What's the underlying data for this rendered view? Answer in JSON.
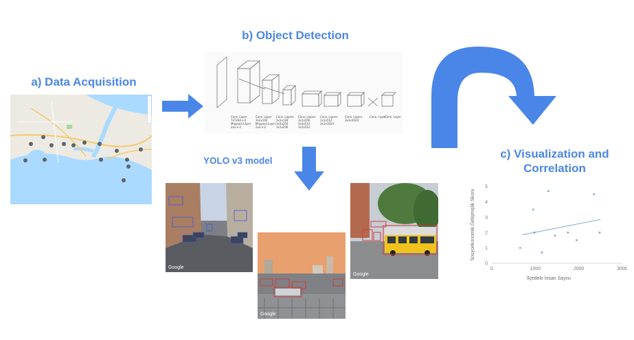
{
  "steps": {
    "a": "a) Data Acquisition",
    "b": "b) Object Detection",
    "c_line1": "c) Visualization and",
    "c_line2": "Correlation",
    "model": "YOLO v3 model"
  },
  "photo_watermark": "Google",
  "colors": {
    "accent": "#4a86e8",
    "arrow": "#4a86e8",
    "sea": "#aadaff",
    "land": "#eceae3"
  },
  "cnn_layers": [
    {
      "label": "Conv. Layer\n7x7x64-s-2\nMaxpool Layer\n2x2-s-2"
    },
    {
      "label": "Conv. Layer\n3x3x192\nMaxpool Layer\n2x2-s-2"
    },
    {
      "label": "Conv. Layers\n1x1x128\n3x3x256\n1x1x256\n3x3x512\nMaxpool Layer\n2x2-s-2"
    },
    {
      "label": "Conv. Layers\n1x1x256\n3x3x512\n1x1x512\n3x3x1024\nMaxpool Layer\n2x2-s-2"
    },
    {
      "label": "Conv. Layers\n1x1x512\n3x3x1024\n3x3x1024\n3x3x1024-s-2"
    },
    {
      "label": "Conv. Layers\n3x3x1024\n3x3x1024"
    },
    {
      "label": "Conn. Layer"
    },
    {
      "label": "Conn. Layer"
    }
  ],
  "chart_data": {
    "type": "scatter",
    "xlabel": "İlçedeki İnsan Sayısı",
    "ylabel": "Sosyoekonomik Gelişmişlik Skoru",
    "xlim": [
      0,
      3000
    ],
    "ylim": [
      0,
      5
    ],
    "xticks": [
      0,
      1000,
      2000,
      3000
    ],
    "yticks": [
      0,
      1,
      2,
      3,
      4,
      5
    ],
    "points": [
      {
        "x": 650,
        "y": 1.0
      },
      {
        "x": 950,
        "y": 3.5
      },
      {
        "x": 980,
        "y": 2.0
      },
      {
        "x": 1150,
        "y": 0.7
      },
      {
        "x": 1300,
        "y": 4.7
      },
      {
        "x": 1450,
        "y": 1.8
      },
      {
        "x": 1750,
        "y": 2.0
      },
      {
        "x": 1950,
        "y": 1.5
      },
      {
        "x": 2350,
        "y": 4.5
      },
      {
        "x": 2480,
        "y": 2.0
      }
    ],
    "trendline": {
      "x": [
        700,
        2500
      ],
      "y": [
        1.85,
        2.85
      ]
    },
    "grid": false
  }
}
